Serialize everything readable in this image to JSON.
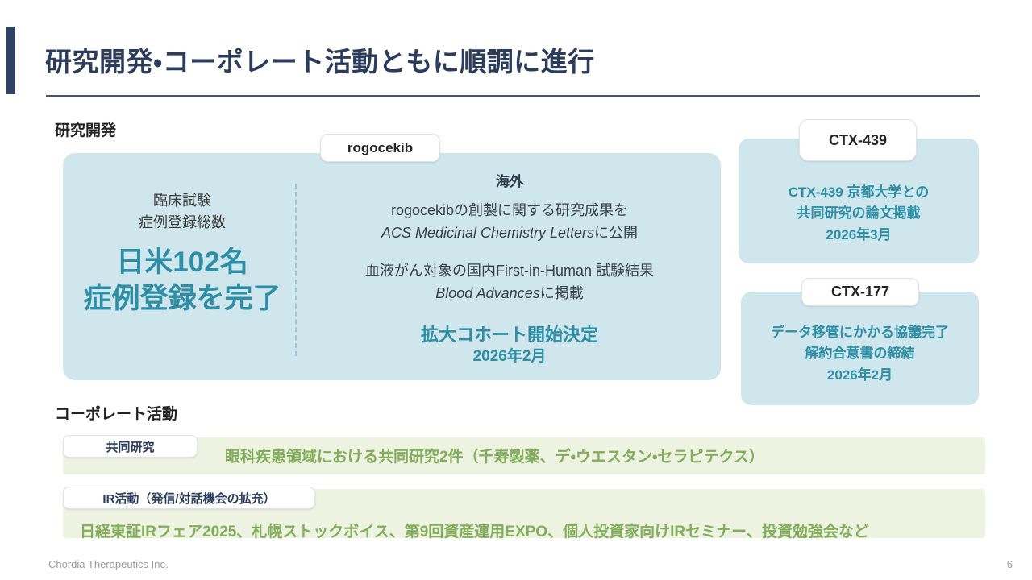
{
  "slide": {
    "title": "研究開発・コーポレート活動ともに順調に進行",
    "accent_navy": "#2f4164",
    "accent_teal": "#2d8ea6",
    "accent_green": "#82ad5b",
    "panel_blue": "#cfe6ed",
    "panel_green": "#edf2e1"
  },
  "rd": {
    "heading": "研究開発",
    "trial": {
      "label_line1": "臨床試験",
      "label_line2": "症例登録総数",
      "highlight_line1": "日米102名",
      "highlight_line2": "症例登録を完了"
    },
    "rogocekib": {
      "pill_label": "rogocekib",
      "region_label": "海外",
      "item1_line1": "rogocekibの創製に関する研究成果を",
      "item1_journal": "ACS Medicinal Chemistry Letters",
      "item1_suffix": "に公開",
      "item2_line1": "血液がん対象の国内First-in-Human 試験結果",
      "item2_journal": "Blood Advances",
      "item2_suffix": "に掲載",
      "highlight": "拡大コホート開始決定",
      "highlight_date": "2026年2月"
    },
    "ctx439": {
      "pill_label": "CTX-439",
      "body_line1": "CTX-439 京都大学との",
      "body_line2": "共同研究の論文掲載",
      "body_line3": "2026年3月"
    },
    "ctx177": {
      "pill_label": "CTX-177",
      "body_line1": "データ移管にかかる協議完了",
      "body_line2": "解約合意書の締結",
      "body_line3": "2026年2月"
    }
  },
  "corporate": {
    "heading": "コーポレート活動",
    "joint_research": {
      "pill_label": "共同研究",
      "text": "眼科疾患領域における共同研究2件（千寿製薬、デ・ウエスタン・セラピテクス）"
    },
    "ir_activity": {
      "pill_label": "IR活動（発信/対話機会の拡充）",
      "text": "日経東証IRフェア2025、札幌ストックボイス、第9回資産運用EXPO、個人投資家向けIRセミナー、投資勉強会など"
    }
  },
  "footer": {
    "company": "Chordia Therapeutics Inc.",
    "page_number": "6"
  }
}
